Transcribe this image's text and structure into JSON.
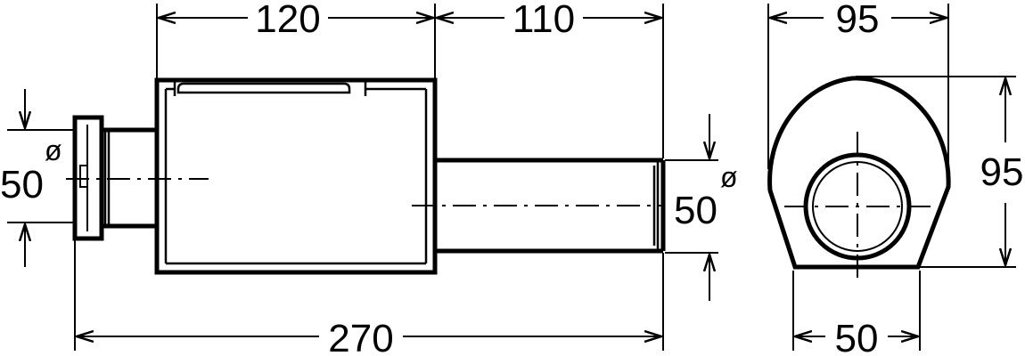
{
  "side_view": {
    "dim_top_left": "120",
    "dim_top_right": "110",
    "dim_bottom_total": "270",
    "inlet_diameter_value": "50",
    "outlet_diameter_value": "50",
    "diameter_symbol": "ø"
  },
  "front_view": {
    "dim_top_width": "95",
    "dim_right_height": "95",
    "dim_bottom_width": "50"
  }
}
